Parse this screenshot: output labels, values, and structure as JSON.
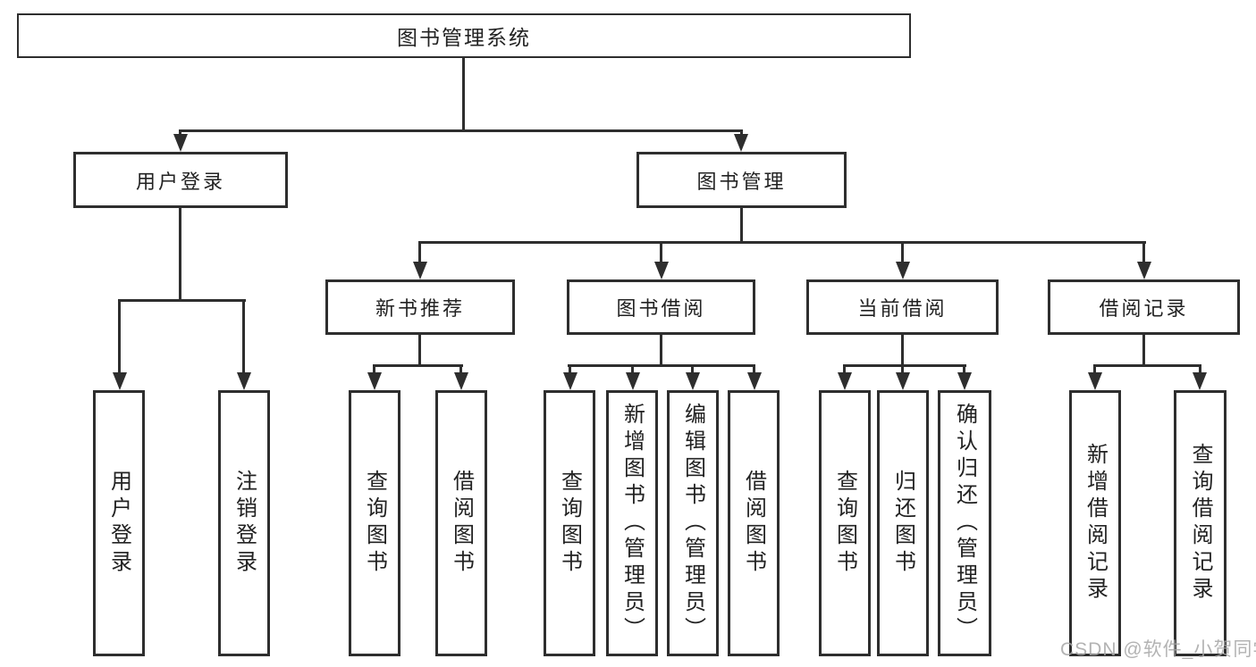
{
  "diagram_type": "hierarchy-tree",
  "colors": {
    "line": "#2e2e2e",
    "box_border": "#2e2e2e",
    "text": "#222222",
    "background": "#ffffff",
    "watermark": "#a6a6a6"
  },
  "tree": {
    "label": "图书管理系统",
    "children": [
      {
        "label": "用户登录",
        "children": [
          {
            "label": "用户登录"
          },
          {
            "label": "注销登录"
          }
        ]
      },
      {
        "label": "图书管理",
        "children": [
          {
            "label": "新书推荐",
            "children": [
              {
                "label": "查询图书"
              },
              {
                "label": "借阅图书"
              }
            ]
          },
          {
            "label": "图书借阅",
            "children": [
              {
                "label": "查询图书"
              },
              {
                "label": "新增图书（管理员）"
              },
              {
                "label": "编辑图书（管理员）"
              },
              {
                "label": "借阅图书"
              }
            ]
          },
          {
            "label": "当前借阅",
            "children": [
              {
                "label": "查询图书"
              },
              {
                "label": "归还图书"
              },
              {
                "label": "确认归还（管理员）"
              }
            ]
          },
          {
            "label": "借阅记录",
            "children": [
              {
                "label": "新增借阅记录"
              },
              {
                "label": "查询借阅记录"
              }
            ]
          }
        ]
      }
    ]
  },
  "watermark": {
    "text": "CSDN @软件_小贺同学"
  }
}
